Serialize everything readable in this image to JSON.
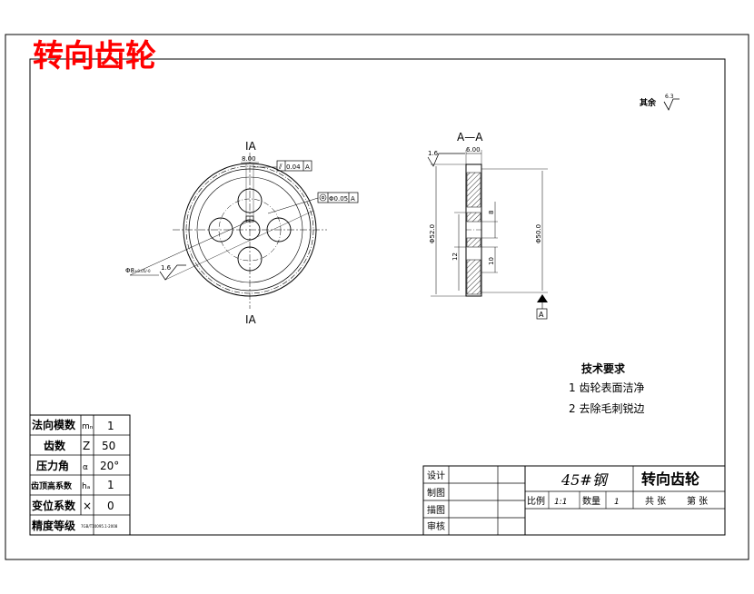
{
  "title": "转向齿轮",
  "roughness_other": {
    "label": "其余",
    "value": "6.3"
  },
  "section_label_top": "A—A",
  "front_view": {
    "section_mark_top": "A",
    "section_mark_bottom": "A",
    "dim_key_width": "8.00",
    "tol_symbol": "⫽",
    "tol_value": "0.04",
    "tol_datum": "A",
    "position_value": "Φ0.05",
    "position_datum": "A",
    "hole_dim": "Φ8",
    "hole_tol": "+0.05/-0",
    "roughness": "1.6"
  },
  "side_view": {
    "roughness": "1.6",
    "width": "6.00",
    "outer_dia": "Φ52.0",
    "root_dia": "Φ50.0",
    "bore": "8",
    "dim_12": "12",
    "dim_10": "10",
    "datum": "A"
  },
  "tech_req": {
    "heading": "技术要求",
    "items": [
      "1 齿轮表面洁净",
      "2 去除毛刺锐边"
    ]
  },
  "param_table": {
    "rows": [
      {
        "label": "法向模数",
        "sym": "mₙ",
        "val": "1"
      },
      {
        "label": "齿数",
        "sym": "Z",
        "val": "50"
      },
      {
        "label": "压力角",
        "sym": "α",
        "val": "20°"
      },
      {
        "label": "齿顶高系数",
        "sym": "hₐ",
        "val": "1"
      },
      {
        "label": "变位系数",
        "sym": "×",
        "val": "0"
      },
      {
        "label": "精度等级",
        "sym": "",
        "val": "7GB/T10095.1-2008"
      }
    ]
  },
  "title_block": {
    "roles": [
      "设计",
      "制图",
      "描图",
      "审核"
    ],
    "material": "45#钢",
    "part_name": "转向齿轮",
    "scale_label": "比例",
    "scale_value": "1:1",
    "qty_label": "数量",
    "qty_value": "1",
    "total_sheets": "共 张",
    "sheet_no": "第 张"
  }
}
